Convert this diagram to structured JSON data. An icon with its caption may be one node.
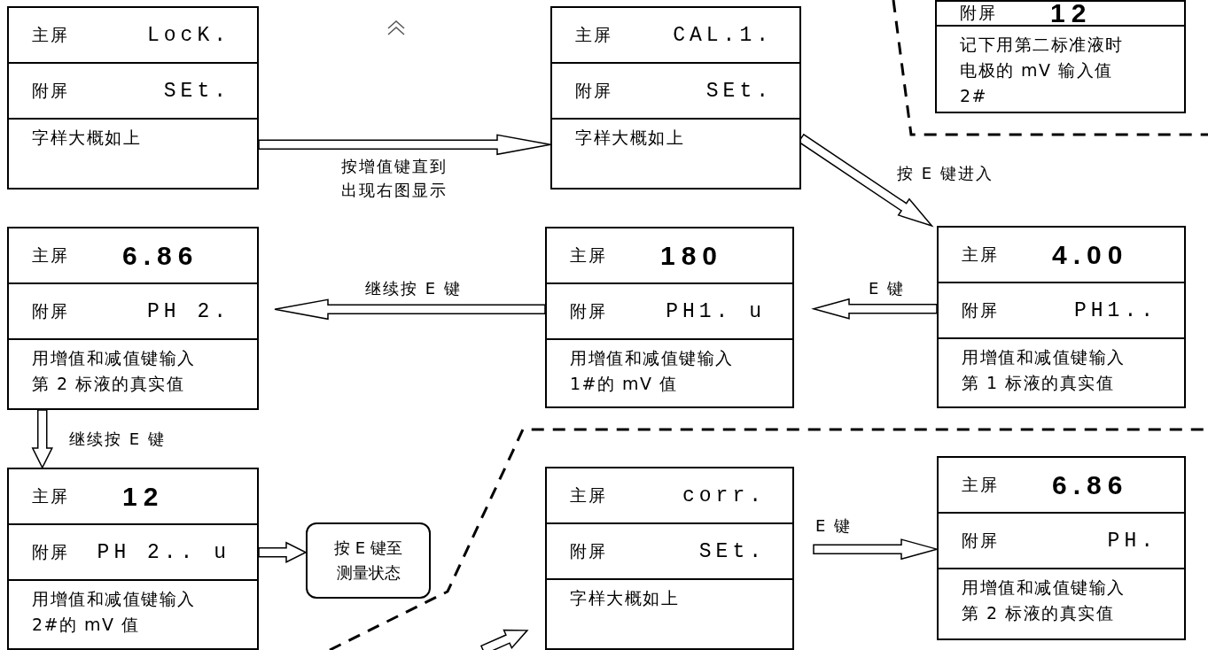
{
  "diagram": {
    "nodes": [
      {
        "text": [
          "主屏",
          "LocK.",
          "附屏",
          "SEt.",
          "字样大概如上"
        ]
      },
      {
        "text": [
          "主屏",
          "CAL.1.",
          "附屏",
          "SEt.",
          "字样大概如上"
        ]
      },
      {
        "text": [
          "附屏",
          "12",
          "记下用第二标准液时电极的 mV 输入值 2#"
        ]
      },
      {
        "text": [
          "主屏",
          "6.86",
          "附屏",
          "PH 2.",
          "用增值和减值键输入第 2 标液的真实值"
        ]
      },
      {
        "text": [
          "主屏",
          "180",
          "附屏",
          "PH1. u",
          "用增值和减值键输入1#的 mV 值"
        ]
      },
      {
        "text": [
          "主屏",
          "4.00",
          "附屏",
          "PH1..",
          "用增值和减值键输入第 1 标液的真实值"
        ]
      },
      {
        "text": [
          "主屏",
          "12",
          "附屏",
          "PH 2.. u",
          "用增值和减值键输入2#的 mV 值"
        ]
      },
      {
        "text": [
          "按 E 键至测量状态"
        ]
      },
      {
        "text": [
          "主屏",
          "corr.",
          "附屏",
          "SEt.",
          "字样大概如上"
        ]
      },
      {
        "text": [
          "主屏",
          "6.86",
          "附屏",
          "PH.",
          "用增值和减值键输入第 2 标液的真实值"
        ]
      }
    ],
    "edges": [
      {
        "from": 0,
        "to": 1,
        "arrow": "to",
        "label": "按增值键直到出现右图显示"
      },
      {
        "from": 1,
        "to": 5,
        "arrow": "to",
        "label": "按 E 键进入"
      },
      {
        "from": 5,
        "to": 4,
        "arrow": "to",
        "label": "E 键"
      },
      {
        "from": 4,
        "to": 3,
        "arrow": "to",
        "label": "继续按 E 键"
      },
      {
        "from": 3,
        "to": 6,
        "arrow": "to",
        "label": "继续按 E 键"
      },
      {
        "from": 6,
        "to": 7,
        "arrow": "to"
      },
      {
        "from": 8,
        "to": 9,
        "arrow": "to",
        "label": "E 键"
      },
      {
        "from": null,
        "to": 8,
        "arrow": "to"
      }
    ]
  }
}
